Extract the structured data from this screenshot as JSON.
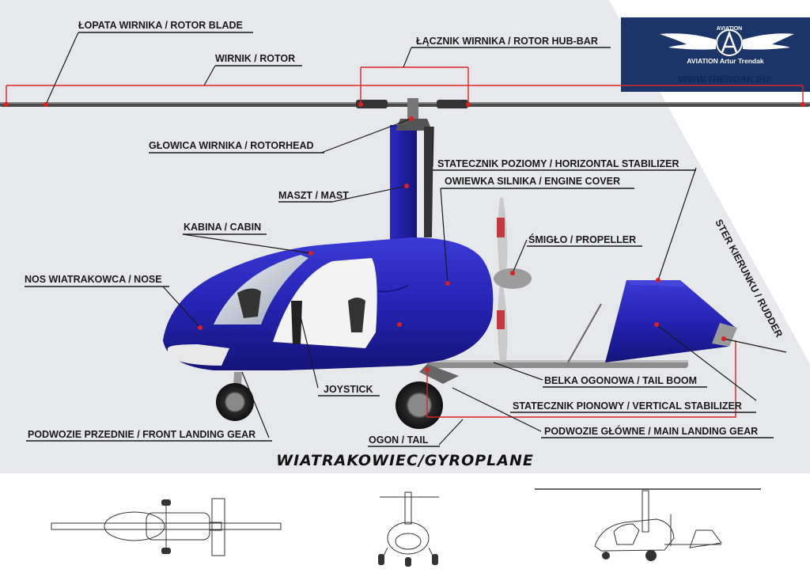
{
  "logo": {
    "emblem_text": "AVIATION",
    "company": "AVIATION Artur Trendak",
    "website": "WWW.TRENDAK.EU",
    "background_color": "#1b3568"
  },
  "title": "WIATRAKOWIEC/GYROPLANE",
  "colors": {
    "fuselage": "#2323b8",
    "marker": "#e01e1e",
    "backdrop": "#e6e8ec"
  },
  "labels": {
    "rotor_blade": "ŁOPATA WIRNIKA / ROTOR BLADE",
    "rotor": "WIRNIK / ROTOR",
    "rotor_hub_bar": "ŁĄCZNIK WIRNIKA / ROTOR HUB-BAR",
    "rotorhead": "GŁOWICA WIRNIKA / ROTORHEAD",
    "horizontal_stabilizer": "STATECZNIK POZIOMY / HORIZONTAL STABILIZER",
    "engine_cover": "OWIEWKA SILNIKA / ENGINE COVER",
    "mast": "MASZT / MAST",
    "cabin": "KABINA / CABIN",
    "propeller": "ŚMIGŁO / PROPELLER",
    "nose": "NOS WIATRAKOWCA / NOSE",
    "rudder": "STER KIERUNKU / RUDDER",
    "joystick": "JOYSTICK",
    "tail_boom": "BELKA OGONOWA / TAIL BOOM",
    "vertical_stabilizer": "STATECZNIK PIONOWY / VERTICAL STABILIZER",
    "front_landing_gear": "PODWOZIE PRZEDNIE / FRONT LANDING GEAR",
    "main_landing_gear": "PODWOZIE GŁÓWNE / MAIN LANDING GEAR",
    "tail": "OGON / TAIL"
  },
  "views": [
    "top-view",
    "front-view",
    "side-view"
  ]
}
